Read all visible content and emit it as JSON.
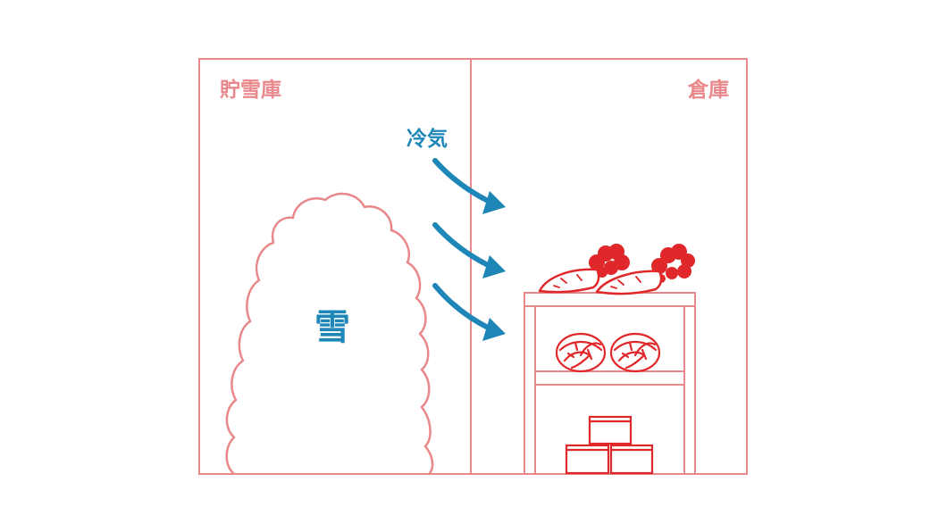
{
  "diagram": {
    "left_room_label": "貯雪庫",
    "right_room_label": "倉庫",
    "cold_air_label": "冷気",
    "snow_label": "雪"
  },
  "colors": {
    "wall": "#e8888a",
    "accent_blue": "#1f86b8",
    "produce_red": "#e0282a",
    "background": "#ffffff"
  },
  "icons": [
    "snow-pile-icon",
    "cold-air-arrow-icon",
    "carrot-icon",
    "cabbage-icon",
    "storage-container-icon",
    "shelf-icon"
  ]
}
